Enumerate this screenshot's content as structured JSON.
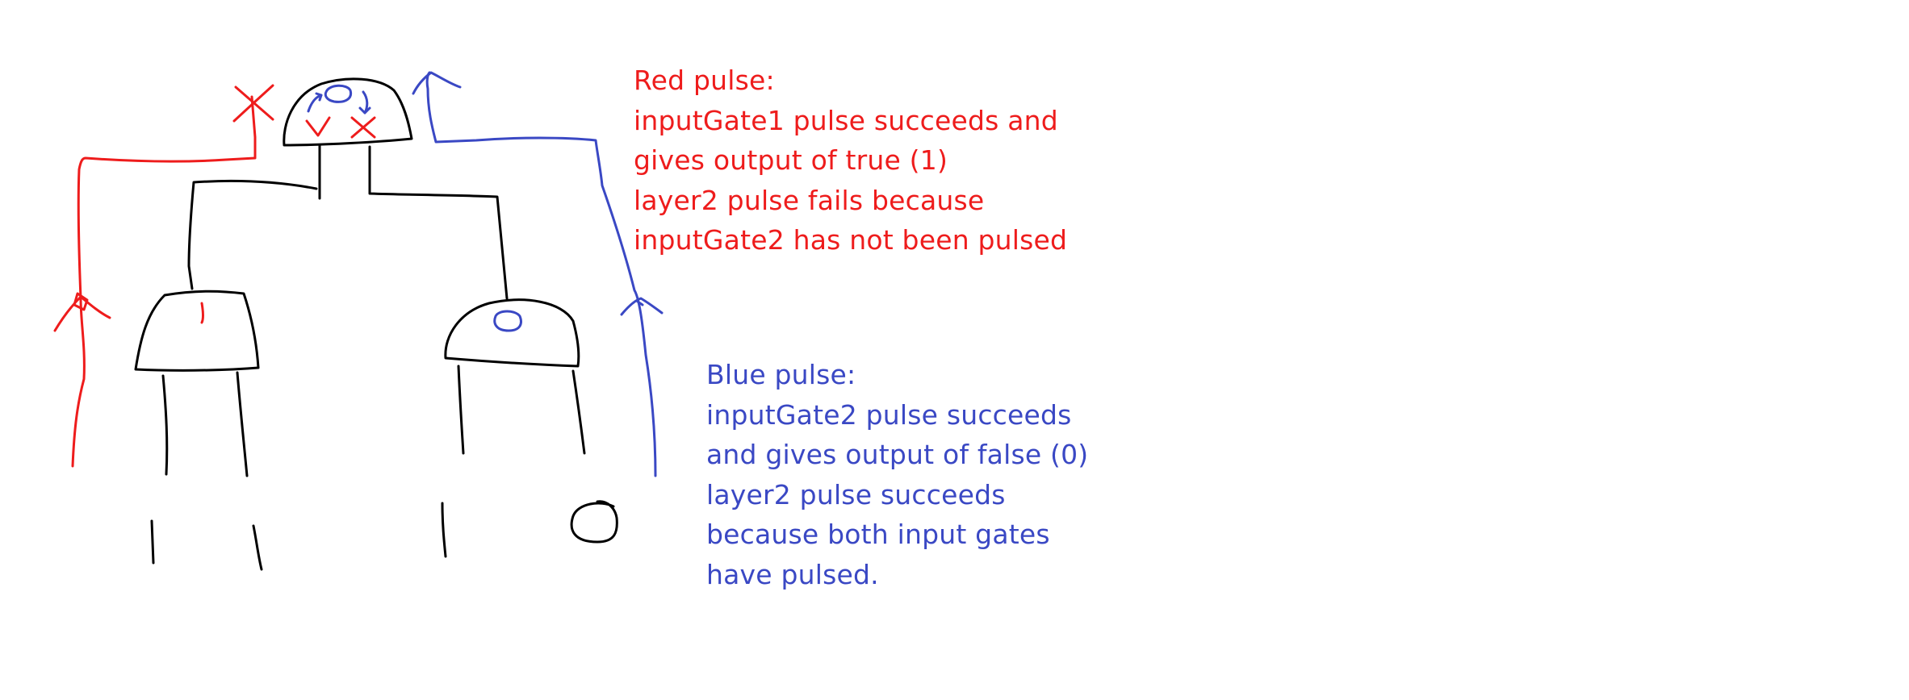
{
  "colors": {
    "red": "#ee1c1c",
    "blue": "#3a48c4",
    "ink": "#000000",
    "background": "#ffffff"
  },
  "red_note": {
    "lines": [
      "Red pulse:",
      "inputGate1 pulse succeeds and",
      "gives output of true (1)",
      "layer2 pulse fails because",
      "inputGate2 has not been pulsed"
    ]
  },
  "blue_note": {
    "lines": [
      "Blue pulse:",
      "inputGate2 pulse succeeds",
      "and gives output of false (0)",
      "layer2 pulse succeeds",
      "because both input gates",
      "have pulsed."
    ]
  }
}
